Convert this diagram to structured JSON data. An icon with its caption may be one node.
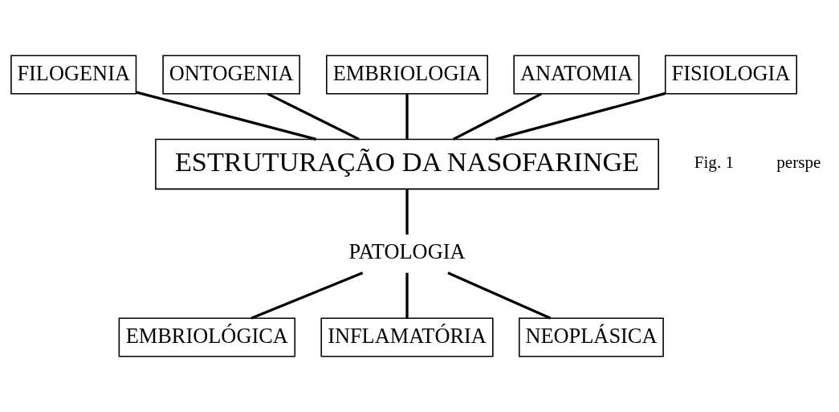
{
  "diagram": {
    "nodes": [
      {
        "text": [
          "FILOGENIA"
        ]
      },
      {
        "text": [
          "ONTOGENIA"
        ]
      },
      {
        "text": [
          "EMBRIOLOGIA"
        ]
      },
      {
        "text": [
          "ANATOMIA"
        ]
      },
      {
        "text": [
          "FISIOLOGIA"
        ]
      },
      {
        "text": [
          "ESTRUTURAÇÃO DA NASOFARINGE"
        ]
      },
      {
        "text": [
          "PATOLOGIA"
        ]
      },
      {
        "text": [
          "EMBRIOLÓGICA"
        ]
      },
      {
        "text": [
          "INFLAMATÓRIA"
        ]
      },
      {
        "text": [
          "NEOPLÁSICA"
        ]
      }
    ],
    "edges": [
      {
        "from": 0,
        "to": 5,
        "arrow": "none"
      },
      {
        "from": 1,
        "to": 5,
        "arrow": "none"
      },
      {
        "from": 2,
        "to": 5,
        "arrow": "none"
      },
      {
        "from": 3,
        "to": 5,
        "arrow": "none"
      },
      {
        "from": 4,
        "to": 5,
        "arrow": "none"
      },
      {
        "from": 5,
        "to": 6,
        "arrow": "none"
      },
      {
        "from": 6,
        "to": 7,
        "arrow": "none"
      },
      {
        "from": 6,
        "to": 8,
        "arrow": "none"
      },
      {
        "from": 6,
        "to": 9,
        "arrow": "none"
      }
    ],
    "labels": [
      "Fig. 1",
      "perspe"
    ]
  }
}
